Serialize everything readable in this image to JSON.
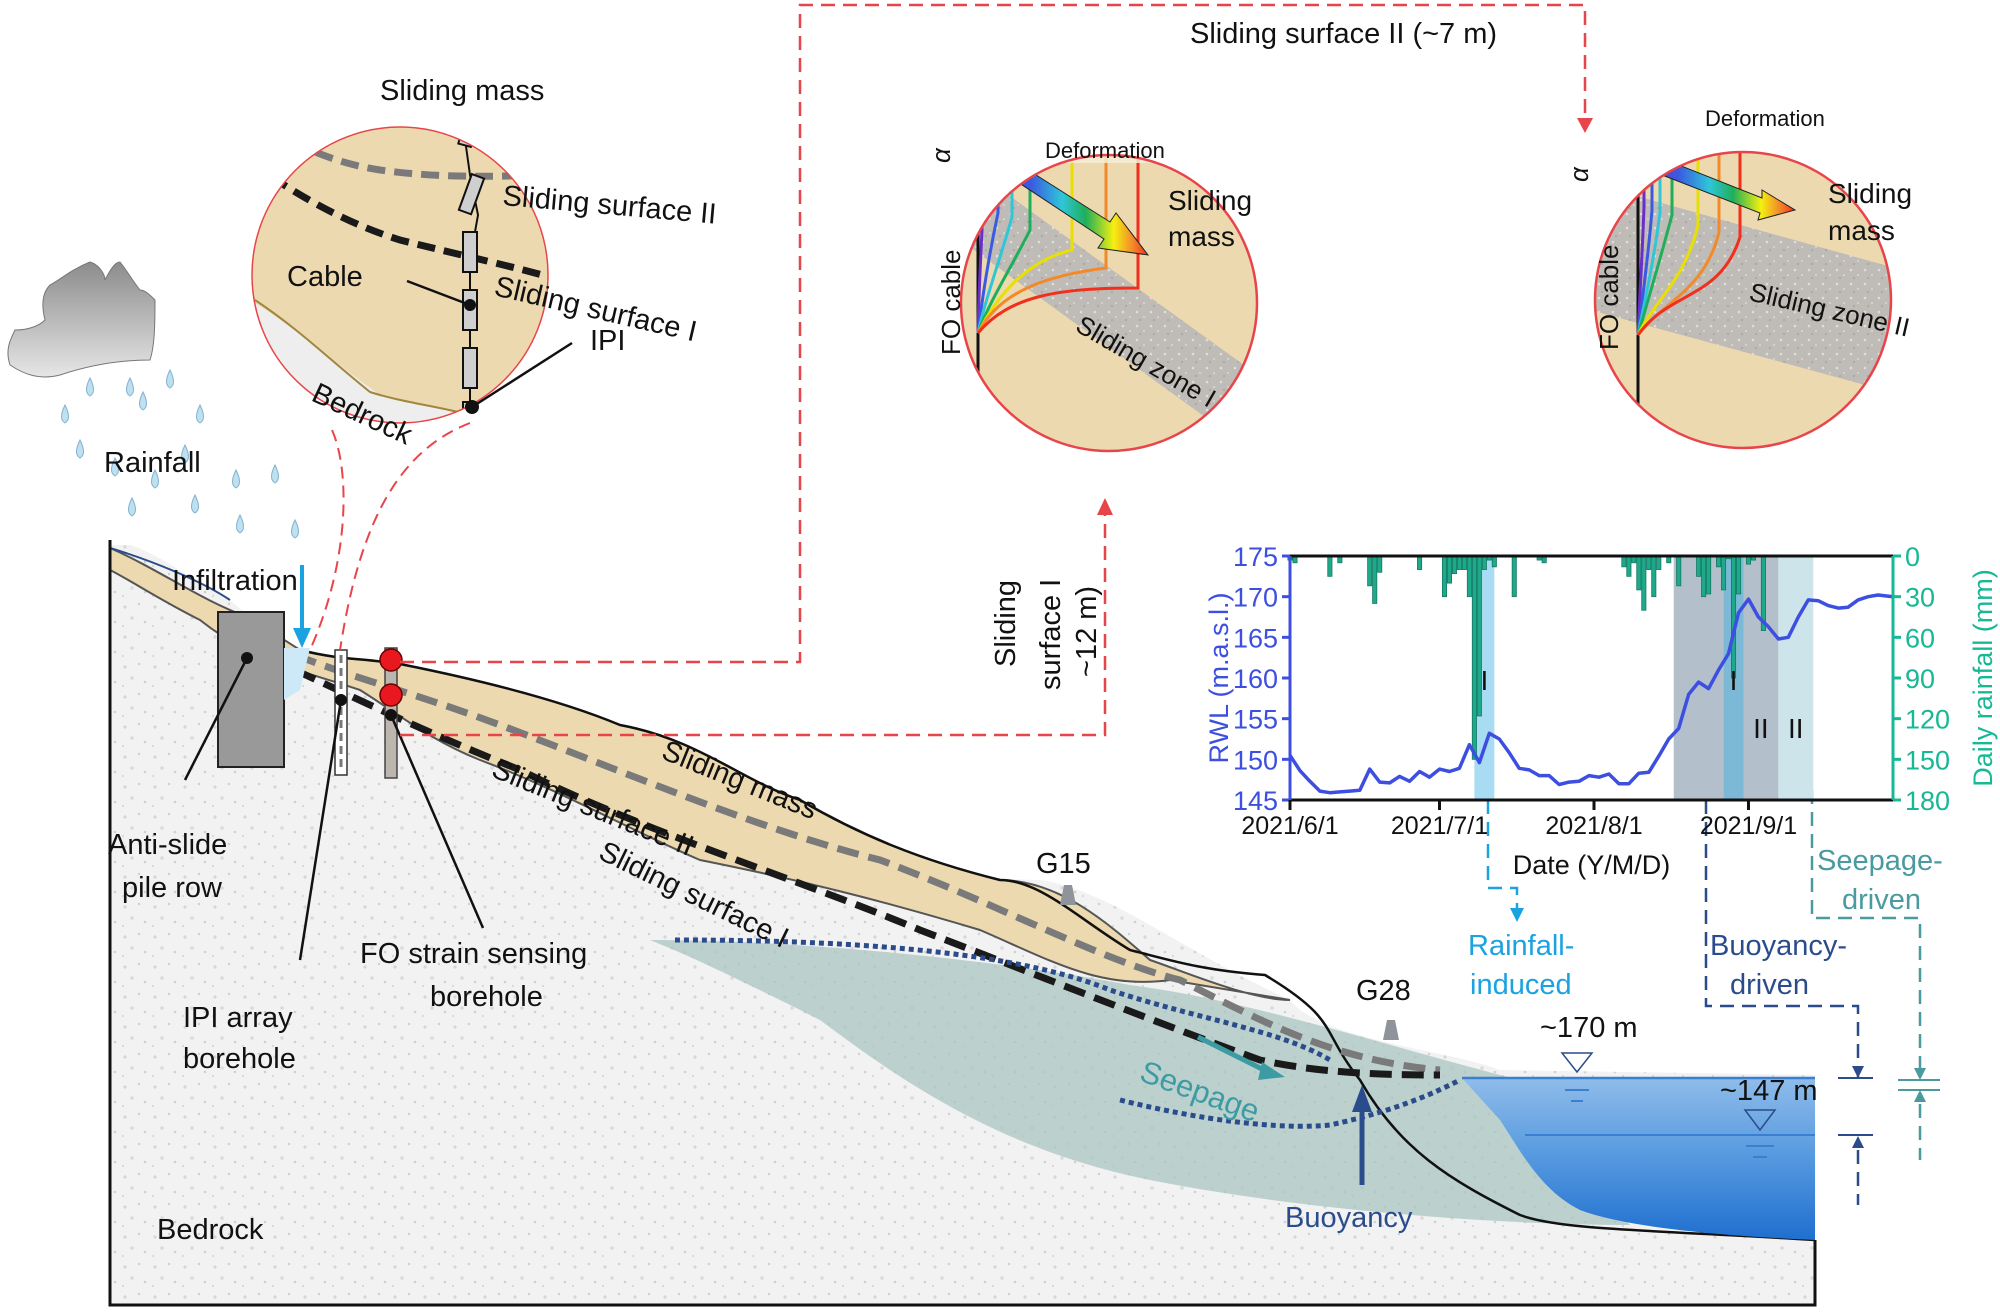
{
  "weather": {
    "rainfall_label": "Rainfall",
    "infiltration_label": "Infiltration"
  },
  "zoom_ipi": {
    "sliding_mass": "Sliding mass",
    "sliding_surface_2": "Sliding surface II",
    "sliding_surface_1": "Sliding surface I",
    "cable": "Cable",
    "ipi": "IPI",
    "bedrock": "Bedrock"
  },
  "zoom_fo_1": {
    "legend_label": "Deformation",
    "alpha": "α",
    "fo_cable": "FO cable",
    "sliding_mass_line1": "Sliding",
    "sliding_mass_line2": "mass",
    "zone": "Sliding zone I"
  },
  "zoom_fo_2": {
    "legend_label": "Deformation",
    "alpha": "α",
    "fo_cable": "FO cable",
    "sliding_mass_line1": "Sliding",
    "sliding_mass_line2": "mass",
    "zone": "Sliding zone II"
  },
  "connectors": {
    "surface2_depth": "Sliding surface II (~7 m)",
    "surface1_line1": "Sliding",
    "surface1_line2": "surface I",
    "surface1_line3": "~12 m)"
  },
  "profile": {
    "anti_slide_line1": "Anti-slide",
    "anti_slide_line2": "pile row",
    "ipi_borehole_line1": "IPI array",
    "ipi_borehole_line2": "borehole",
    "fo_borehole_line1": "FO strain sensing",
    "fo_borehole_line2": "borehole",
    "sliding_mass": "Sliding mass",
    "sliding_surface_2": "Sliding surface II",
    "sliding_surface_1": "Sliding surface I",
    "g15": "G15",
    "g28": "G28",
    "seepage": "Seepage",
    "buoyancy": "Buoyancy",
    "bedrock": "Bedrock",
    "water_high": "~170 m",
    "water_low": "~147 m"
  },
  "mechanisms": {
    "rainfall_line1": "Rainfall-",
    "rainfall_line2": "induced",
    "buoyancy_line1": "Buoyancy-",
    "buoyancy_line2": "driven",
    "seepage_line1": "Seepage-",
    "seepage_line2": "driven"
  },
  "colors": {
    "rwl": "#3d4fe0",
    "rainfall": "#1fa88a",
    "rainfall_axis": "#17b895",
    "connector_red": "#e8454a",
    "rainfall_mech": "#1aa3e0",
    "buoyancy_mech": "#2b4c8c",
    "seepage_mech": "#4a9aa0",
    "sliding_mass": "#ecd9b0",
    "bedrock": "#f1f1f1"
  },
  "chart_data": {
    "type": "line",
    "title": "",
    "xlabel": "Date (Y/M/D)",
    "ylabel": "RWL (m.a.s.l.)",
    "y2label": "Daily rainfall (mm)",
    "x_ticks": [
      "2021/6/1",
      "2021/7/1",
      "2021/8/1",
      "2021/9/1"
    ],
    "x_tick_days": [
      0,
      30,
      61,
      92
    ],
    "x_range_days": [
      0,
      121
    ],
    "ylim": [
      145,
      175
    ],
    "y_ticks": [
      145,
      150,
      155,
      160,
      165,
      170,
      175
    ],
    "y2lim": [
      180,
      0
    ],
    "y2_ticks": [
      0,
      30,
      60,
      90,
      120,
      150,
      180
    ],
    "y2_inverted": true,
    "grid": false,
    "series": [
      {
        "name": "RWL",
        "axis": "left",
        "type": "line",
        "days": [
          0,
          2,
          4,
          6,
          8,
          10,
          12,
          14,
          16,
          18,
          20,
          22,
          24,
          26,
          28,
          30,
          32,
          34,
          36,
          38,
          40,
          42,
          44,
          46,
          48,
          50,
          52,
          54,
          56,
          58,
          60,
          62,
          64,
          66,
          68,
          70,
          72,
          74,
          76,
          78,
          80,
          82,
          84,
          86,
          88,
          90,
          92,
          94,
          96,
          98,
          100,
          102,
          104,
          106,
          108,
          110,
          112,
          114,
          116,
          118,
          121
        ],
        "values": [
          150.5,
          148.6,
          147.3,
          146.1,
          145.9,
          146.0,
          146.1,
          146.2,
          148.8,
          147.2,
          147.1,
          147.9,
          147.3,
          148.5,
          147.8,
          148.8,
          148.5,
          148.9,
          151.8,
          149.6,
          153.2,
          152.5,
          150.8,
          148.9,
          148.7,
          148.0,
          148.0,
          146.9,
          147.2,
          147.3,
          148.0,
          147.8,
          148.2,
          147.0,
          147.0,
          148.3,
          148.4,
          150.4,
          152.5,
          153.8,
          158.0,
          159.5,
          158.7,
          161.0,
          163.0,
          168.0,
          169.7,
          167.5,
          166.3,
          164.8,
          165.0,
          167.5,
          169.6,
          169.5,
          168.9,
          168.6,
          168.7,
          169.6,
          170.0,
          170.2,
          170.0
        ]
      },
      {
        "name": "Daily rainfall",
        "axis": "right",
        "type": "bar",
        "days": [
          0,
          1,
          8,
          10,
          16,
          17,
          18,
          26,
          31,
          32,
          33,
          34,
          35,
          36,
          37,
          38,
          39,
          40,
          41,
          45,
          50,
          51,
          67,
          68,
          69,
          70,
          71,
          72,
          73,
          74,
          76,
          78,
          82,
          83,
          84,
          86,
          87,
          88,
          89,
          90,
          92,
          93,
          95
        ],
        "values": [
          3,
          5,
          15,
          5,
          22,
          35,
          12,
          10,
          30,
          20,
          13,
          10,
          10,
          30,
          150,
          118,
          10,
          3,
          8,
          30,
          3,
          5,
          8,
          15,
          5,
          25,
          40,
          10,
          30,
          10,
          5,
          22,
          15,
          30,
          28,
          8,
          25,
          2,
          90,
          28,
          6,
          3,
          55
        ]
      }
    ],
    "shaded_periods": [
      {
        "label": "I",
        "start_day": 37,
        "end_day": 41,
        "color": "#a8dcf3"
      },
      {
        "label": "",
        "start_day": 77,
        "end_day": 87,
        "color": "#b3bfcb"
      },
      {
        "label": "I",
        "start_day": 87,
        "end_day": 91,
        "color": "#7cb9d6"
      },
      {
        "label": "II",
        "start_day": 91,
        "end_day": 98,
        "color": "#b3bfcb"
      },
      {
        "label": "II",
        "start_day": 98,
        "end_day": 105,
        "color": "#cde5ea"
      }
    ]
  }
}
